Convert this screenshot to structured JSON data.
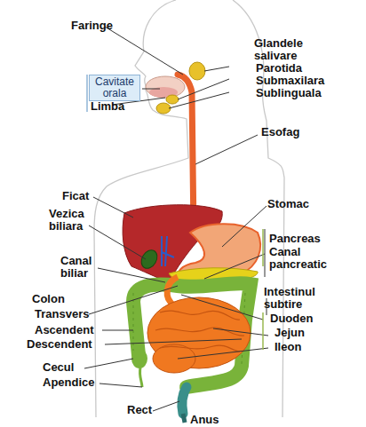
{
  "diagram": {
    "nodes": [
      {
        "text": [
          "Cavitate orala"
        ]
      }
    ],
    "labels": [
      "Faringe",
      "Glandele salivare",
      "Parotida",
      "Submaxilara",
      "Sublinguala",
      "Limba",
      "Esofag",
      "Ficat",
      "Vezica biliara",
      "Stomac",
      "Pancreas",
      "Canal pancreatic",
      "Canal biliar",
      "Colon",
      "Intestinul subtire",
      "Transvers",
      "Duoden",
      "Ascendent",
      "Jejun",
      "Descendent",
      "Ileon",
      "Cecul",
      "Apendice",
      "Rect",
      "Anus"
    ]
  }
}
